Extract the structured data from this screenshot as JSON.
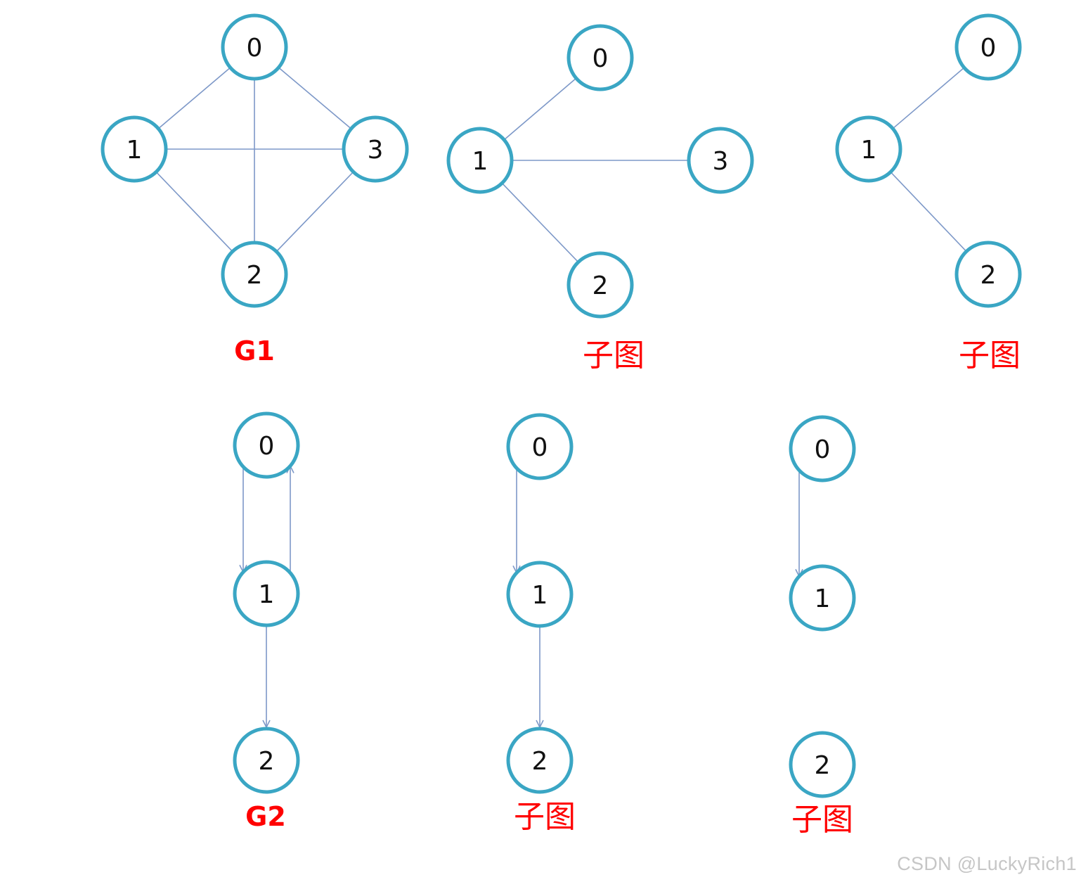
{
  "colors": {
    "node_stroke": "#3aa6c4",
    "edge": "#7d98c8",
    "caption": "#ff0000"
  },
  "graphs": [
    {
      "id": "g1",
      "directed": false,
      "caption": "G1",
      "nodes": [
        "0",
        "1",
        "2",
        "3"
      ],
      "edges": [
        [
          "0",
          "1"
        ],
        [
          "0",
          "2"
        ],
        [
          "0",
          "3"
        ],
        [
          "1",
          "3"
        ],
        [
          "1",
          "2"
        ],
        [
          "2",
          "3"
        ]
      ]
    },
    {
      "id": "g1-sub-a",
      "directed": false,
      "caption": "子图",
      "nodes": [
        "0",
        "1",
        "2",
        "3"
      ],
      "edges": [
        [
          "1",
          "0"
        ],
        [
          "1",
          "3"
        ],
        [
          "1",
          "2"
        ]
      ]
    },
    {
      "id": "g1-sub-b",
      "directed": false,
      "caption": "子图",
      "nodes": [
        "0",
        "1",
        "2"
      ],
      "edges": [
        [
          "1",
          "0"
        ],
        [
          "1",
          "2"
        ]
      ]
    },
    {
      "id": "g2",
      "directed": true,
      "caption": "G2",
      "nodes": [
        "0",
        "1",
        "2"
      ],
      "edges": [
        [
          "0",
          "1"
        ],
        [
          "1",
          "0"
        ],
        [
          "1",
          "2"
        ]
      ]
    },
    {
      "id": "g2-sub-a",
      "directed": true,
      "caption": "子图",
      "nodes": [
        "0",
        "1",
        "2"
      ],
      "edges": [
        [
          "0",
          "1"
        ],
        [
          "1",
          "2"
        ]
      ]
    },
    {
      "id": "g2-sub-b",
      "directed": true,
      "caption": "子图",
      "nodes": [
        "0",
        "1",
        "2"
      ],
      "edges": [
        [
          "0",
          "1"
        ]
      ]
    }
  ],
  "watermark": "CSDN @LuckyRich1"
}
